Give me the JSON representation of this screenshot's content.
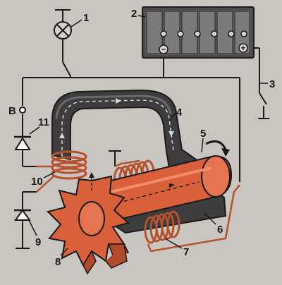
{
  "diagram": {
    "labels": {
      "n1": "1",
      "n2": "2",
      "n3": "3",
      "n4": "4",
      "n5": "5",
      "n6": "6",
      "n7": "7",
      "n8": "8",
      "n9": "9",
      "n10": "10",
      "n11": "11",
      "terminal_b": "B"
    },
    "battery_signs": {
      "plus": "+",
      "minus": "−"
    },
    "colors": {
      "background": "#c9c5c0",
      "wire": "#1a1a1a",
      "core": "#3d3d3d",
      "core_light": "#6a6a6a",
      "copper": "#b5522c",
      "rotor": "#d9603b",
      "rotor_dark": "#b2492b"
    }
  }
}
